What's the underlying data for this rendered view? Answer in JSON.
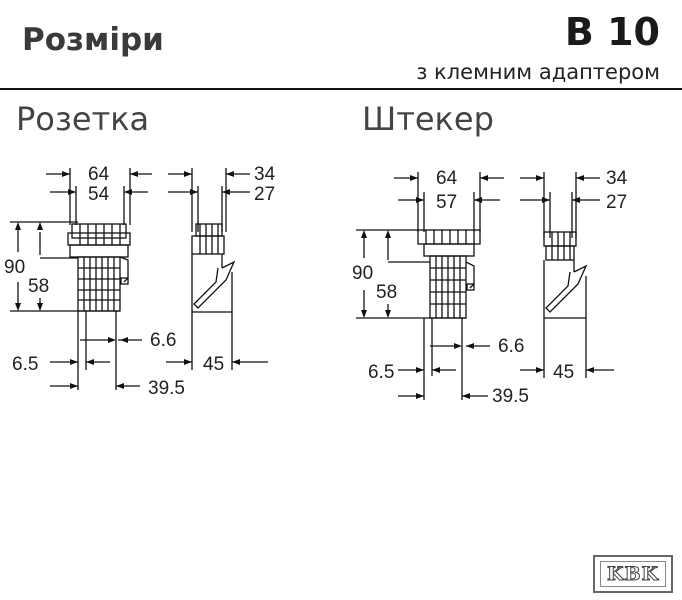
{
  "header": {
    "title": "Розміри",
    "model": "B 10",
    "subtitle": "з клемним адаптером"
  },
  "sections": [
    {
      "label": "Розетка",
      "dims": {
        "w1": "64",
        "w2": "54",
        "s1": "34",
        "s2": "27",
        "h1": "90",
        "h2": "58",
        "d1": "6.6",
        "d2": "6.5",
        "d3": "45",
        "d4": "39.5"
      }
    },
    {
      "label": "Штекер",
      "dims": {
        "w1": "64",
        "w2": "57",
        "s1": "34",
        "s2": "27",
        "h1": "90",
        "h2": "58",
        "d1": "6.6",
        "d2": "6.5",
        "d3": "45",
        "d4": "39.5"
      }
    }
  ],
  "logo": {
    "text": "KBK"
  }
}
